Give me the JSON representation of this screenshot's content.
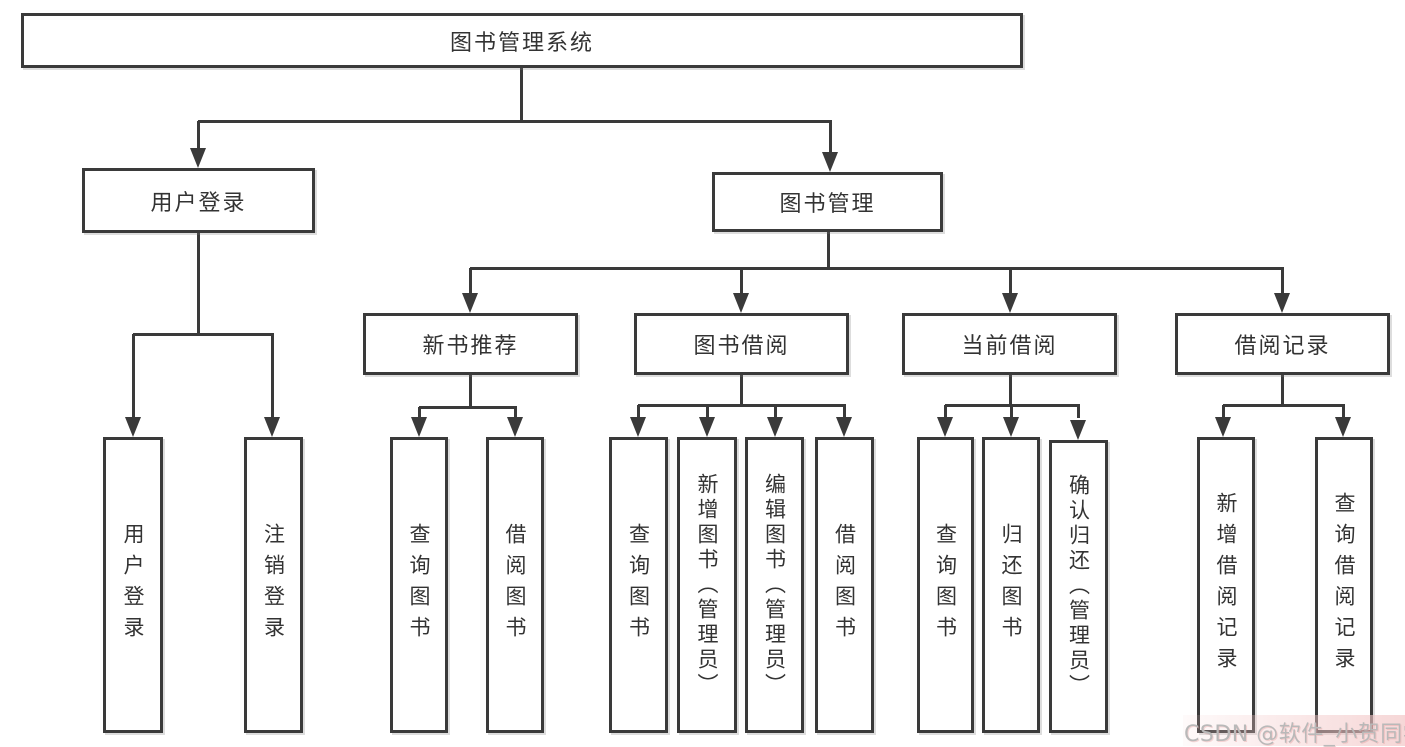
{
  "nodes": {
    "root": "图书管理系统",
    "login": "用户登录",
    "manage": "图书管理",
    "recommend": "新书推荐",
    "borrow": "图书借阅",
    "current": "当前借阅",
    "records": "借阅记录"
  },
  "leaves": {
    "login": [
      "用户登录",
      "注销登录"
    ],
    "recommend": [
      "查询图书",
      "借阅图书"
    ],
    "borrow": [
      "查询图书",
      "新增图书（管理员）",
      "编辑图书（管理员）",
      "借阅图书"
    ],
    "current": [
      "查询图书",
      "归还图书",
      "确认归还（管理员）"
    ],
    "records": [
      "新增借阅记录",
      "查询借阅记录"
    ]
  },
  "structure": {
    "图书管理系统": [
      "用户登录",
      "图书管理"
    ],
    "用户登录": [
      "用户登录",
      "注销登录"
    ],
    "图书管理": [
      "新书推荐",
      "图书借阅",
      "当前借阅",
      "借阅记录"
    ],
    "新书推荐": [
      "查询图书",
      "借阅图书"
    ],
    "图书借阅": [
      "查询图书",
      "新增图书（管理员）",
      "编辑图书（管理员）",
      "借阅图书"
    ],
    "当前借阅": [
      "查询图书",
      "归还图书",
      "确认归还（管理员）"
    ],
    "借阅记录": [
      "新增借阅记录",
      "查询借阅记录"
    ]
  },
  "watermark": {
    "text": "CSDN @软件_小贺同学"
  },
  "colors": {
    "line": "#3a3a3a",
    "text": "#333333",
    "box_background": "#ffffff",
    "watermark_text": "#b9b9b9",
    "watermark_tint": "#f2c6c6"
  }
}
